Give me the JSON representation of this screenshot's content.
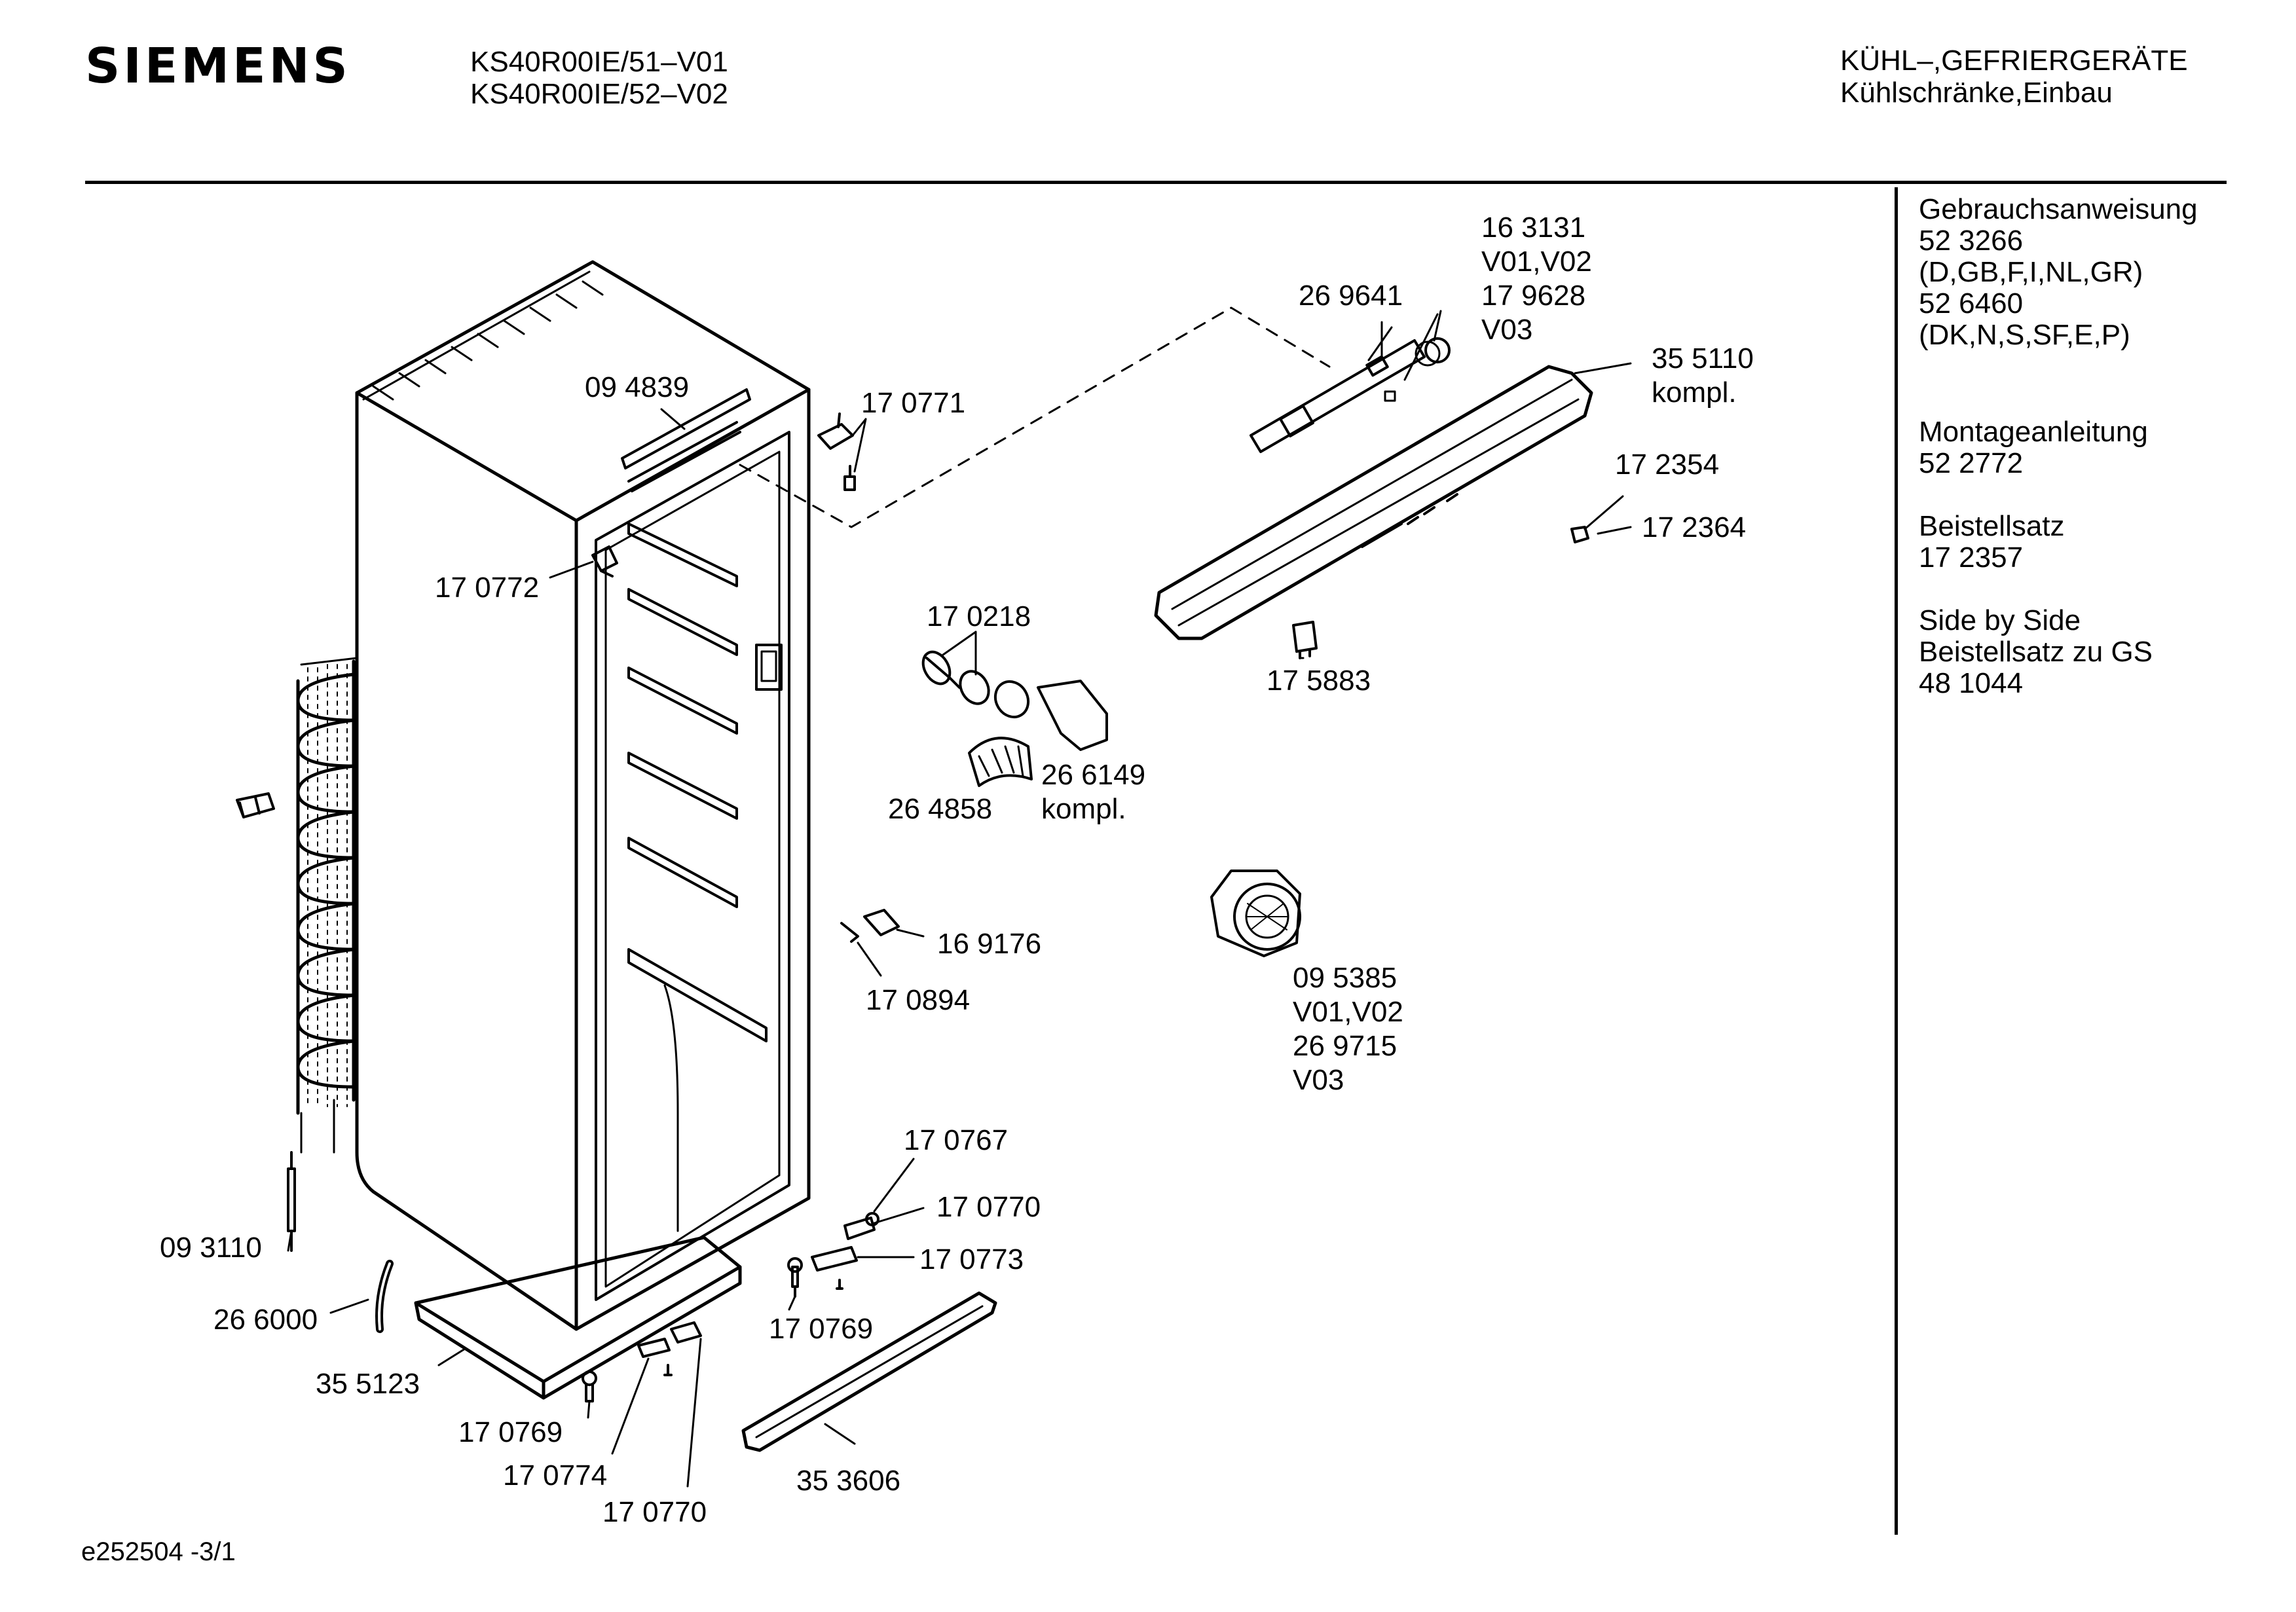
{
  "header": {
    "brand": "SIEMENS",
    "models": [
      "KS40R00IE/51–V01",
      "KS40R00IE/52–V02"
    ],
    "category": [
      "KÜHL–,GEFRIERGERÄTE",
      "Kühlschränke,Einbau"
    ]
  },
  "sidebar": {
    "manual": [
      "Gebrauchsanweisung",
      "52 3266",
      "(D,GB,F,I,NL,GR)",
      "52 6460",
      "(DK,N,S,SF,E,P)"
    ],
    "install": [
      "Montageanleitung",
      "52 2772"
    ],
    "kit": [
      "Beistellsatz",
      "17 2357"
    ],
    "side_by_side": [
      "Side by Side",
      "Beistellsatz zu GS",
      "48 1044"
    ]
  },
  "parts": {
    "p163131": [
      "16 3131",
      "V01,V02",
      "17 9628",
      "V03"
    ],
    "p269641": "26 9641",
    "p355110": [
      "35 5110",
      "kompl."
    ],
    "p094839": "09 4839",
    "p170771": "17 0771",
    "p172354": "17 2354",
    "p172364": "17 2364",
    "p170772": "17 0772",
    "p170218": "17 0218",
    "p175883": "17 5883",
    "p266149": [
      "26 6149",
      "kompl."
    ],
    "p264858": "26 4858",
    "p169176": "16 9176",
    "p170894": "17 0894",
    "p095385": [
      "09 5385",
      "V01,V02",
      "26 9715",
      "V03"
    ],
    "p170767": "17 0767",
    "p170770a": "17 0770",
    "p170773": "17 0773",
    "p093110": "09 3110",
    "p170769a": "17 0769",
    "p266000": "26 6000",
    "p355123": "35 5123",
    "p170769b": "17 0769",
    "p170774": "17 0774",
    "p353606": "35 3606",
    "p170770b": "17 0770"
  },
  "footer": {
    "diagram_id": "e252504 -3/1"
  }
}
